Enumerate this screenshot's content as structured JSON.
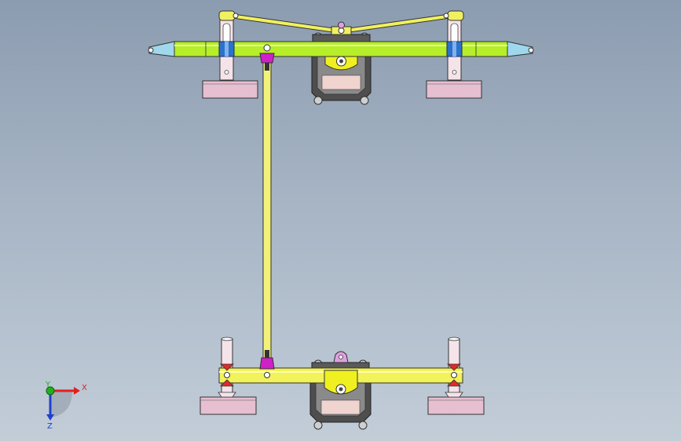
{
  "triad": {
    "x_label": "X",
    "y_label": "Y",
    "z_label": "Z",
    "x_color": "#e02020",
    "y_color": "#20b020",
    "z_color": "#2040d0"
  },
  "colors": {
    "background_top": "#8c9cb0",
    "background_bottom": "#c2cdd8",
    "upper_beam": "#b6ee2a",
    "upper_beam_tip": "#9fd8ec",
    "lower_beam": "#f2f25a",
    "tie_rod": "#f2f27a",
    "link_rod": "#f0f060",
    "post": "#f4e4ea",
    "pad": "#e6bfd0",
    "clamp_blue": "#2c72c8",
    "clamp_magenta": "#d020c8",
    "red_bracket": "#e02a2a",
    "gearbox": "#4e4e4e",
    "gearbox_cover": "#f0f020"
  }
}
